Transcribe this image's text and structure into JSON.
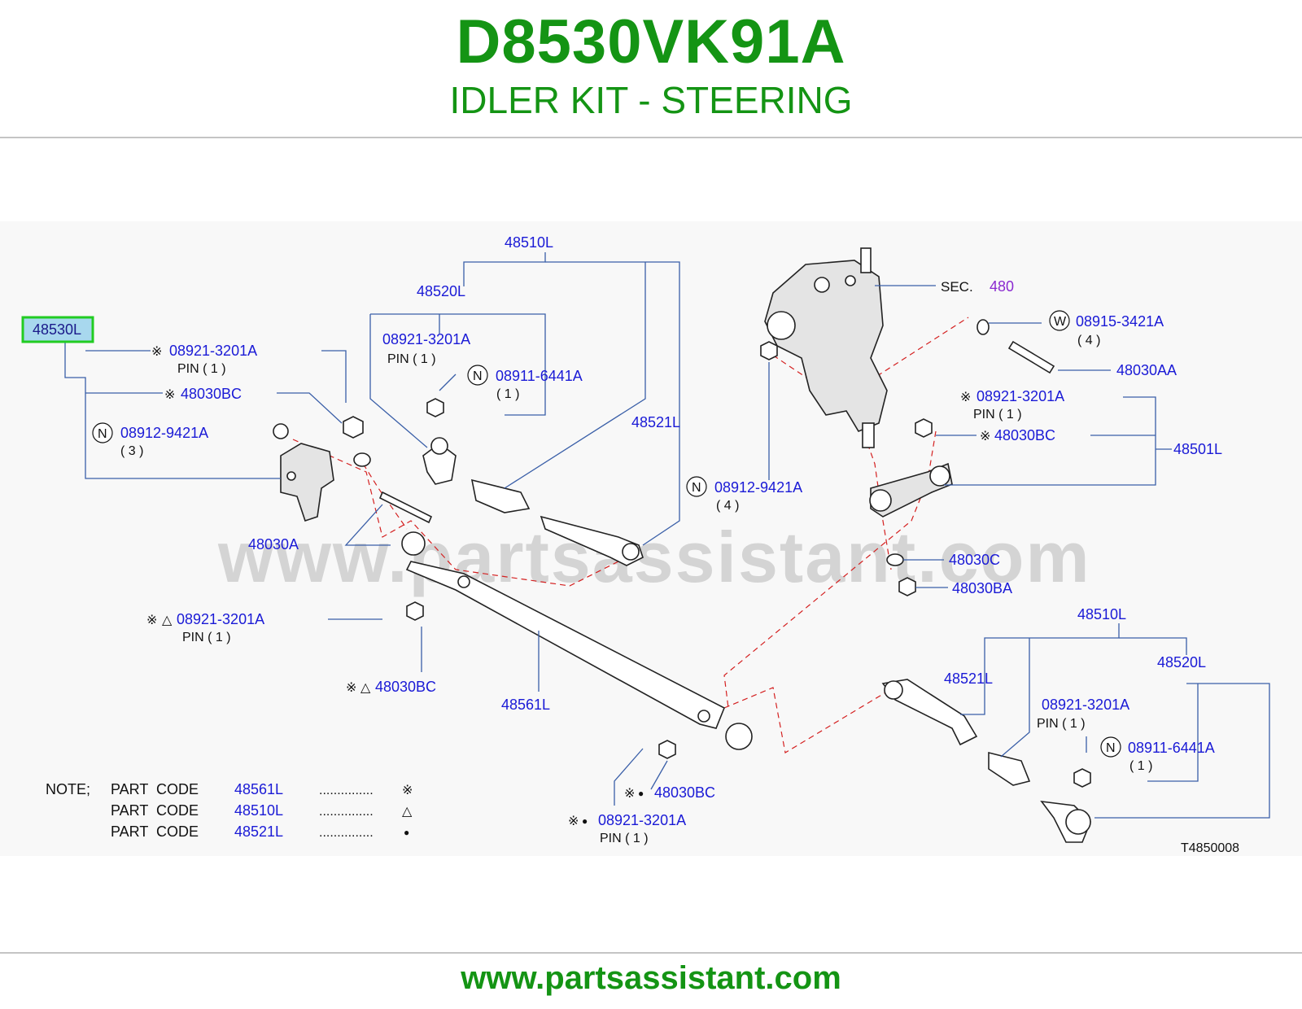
{
  "header": {
    "title": "D8530VK91A",
    "subtitle": "IDLER KIT - STEERING"
  },
  "footer": {
    "url": "www.partsassistant.com"
  },
  "watermark": "www.partsassistant.com",
  "highlight_color": "#22cc22",
  "brand_color": "#149414",
  "callouts": {
    "c48530L": "48530L",
    "c08921_a": "08921-3201A",
    "pin_a": "PIN ( 1 )",
    "c48030BC_a": "48030BC",
    "c08912_a": "08912-9421A",
    "qty3": "( 3 )",
    "c48030A": "48030A",
    "c48510L_top": "48510L",
    "c48520L_top": "48520L",
    "c08921_b": "08921-3201A",
    "pin_b": "PIN ( 1 )",
    "c08911_a": "08911-6441A",
    "qty1_a": "( 1 )",
    "c48521L_top": "48521L",
    "c08912_b": "08912-9421A",
    "qty4_a": "( 4 )",
    "sec": "SEC.",
    "sec_num": "480",
    "c08915": "08915-3421A",
    "qty4_b": "( 4 )",
    "c48030AA": "48030AA",
    "c08921_c": "08921-3201A",
    "pin_c": "PIN ( 1 )",
    "c48030BC_c": "48030BC",
    "c48501L": "48501L",
    "c48030C": "48030C",
    "c48030BA": "48030BA",
    "c08921_d": "08921-3201A",
    "pin_d": "PIN ( 1 )",
    "c48030BC_d": "48030BC",
    "c48561L": "48561L",
    "c48510L_bot": "48510L",
    "c48520L_bot": "48520L",
    "c48521L_bot": "48521L",
    "c08921_e": "08921-3201A",
    "pin_e": "PIN ( 1 )",
    "c08911_b": "08911-6441A",
    "qty1_b": "( 1 )",
    "c48030BC_f": "48030BC",
    "c08921_f": "08921-3201A",
    "pin_f": "PIN ( 1 )",
    "figure_code": "T4850008"
  },
  "marks": {
    "kome": "※",
    "tri": "△",
    "dot": "●",
    "N": "N",
    "W": "W"
  },
  "note": {
    "label": "NOTE;",
    "rows": [
      {
        "text": "PART  CODE",
        "code": "48561L",
        "dots": "...............",
        "mark": "※"
      },
      {
        "text": "PART  CODE",
        "code": "48510L",
        "dots": "...............",
        "mark": "△"
      },
      {
        "text": "PART  CODE",
        "code": "48521L",
        "dots": "...............",
        "mark": "●"
      }
    ]
  }
}
